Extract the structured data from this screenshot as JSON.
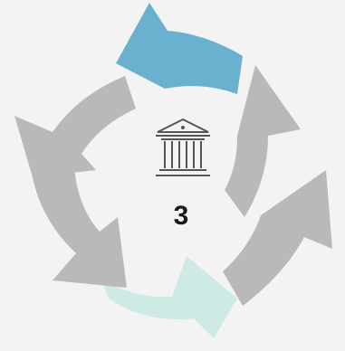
{
  "diagram": {
    "center_label": "3",
    "center_icon": "bank-building-icon",
    "highlight_colors": {
      "active_arrow": "#6ab1d0",
      "next_arrow": "#cdeae5",
      "inactive_arrow": "#b9b9b9"
    },
    "arrow_count": 6,
    "highlighted_arrows": {
      "top": "active_arrow",
      "bottom": "next_arrow"
    }
  }
}
